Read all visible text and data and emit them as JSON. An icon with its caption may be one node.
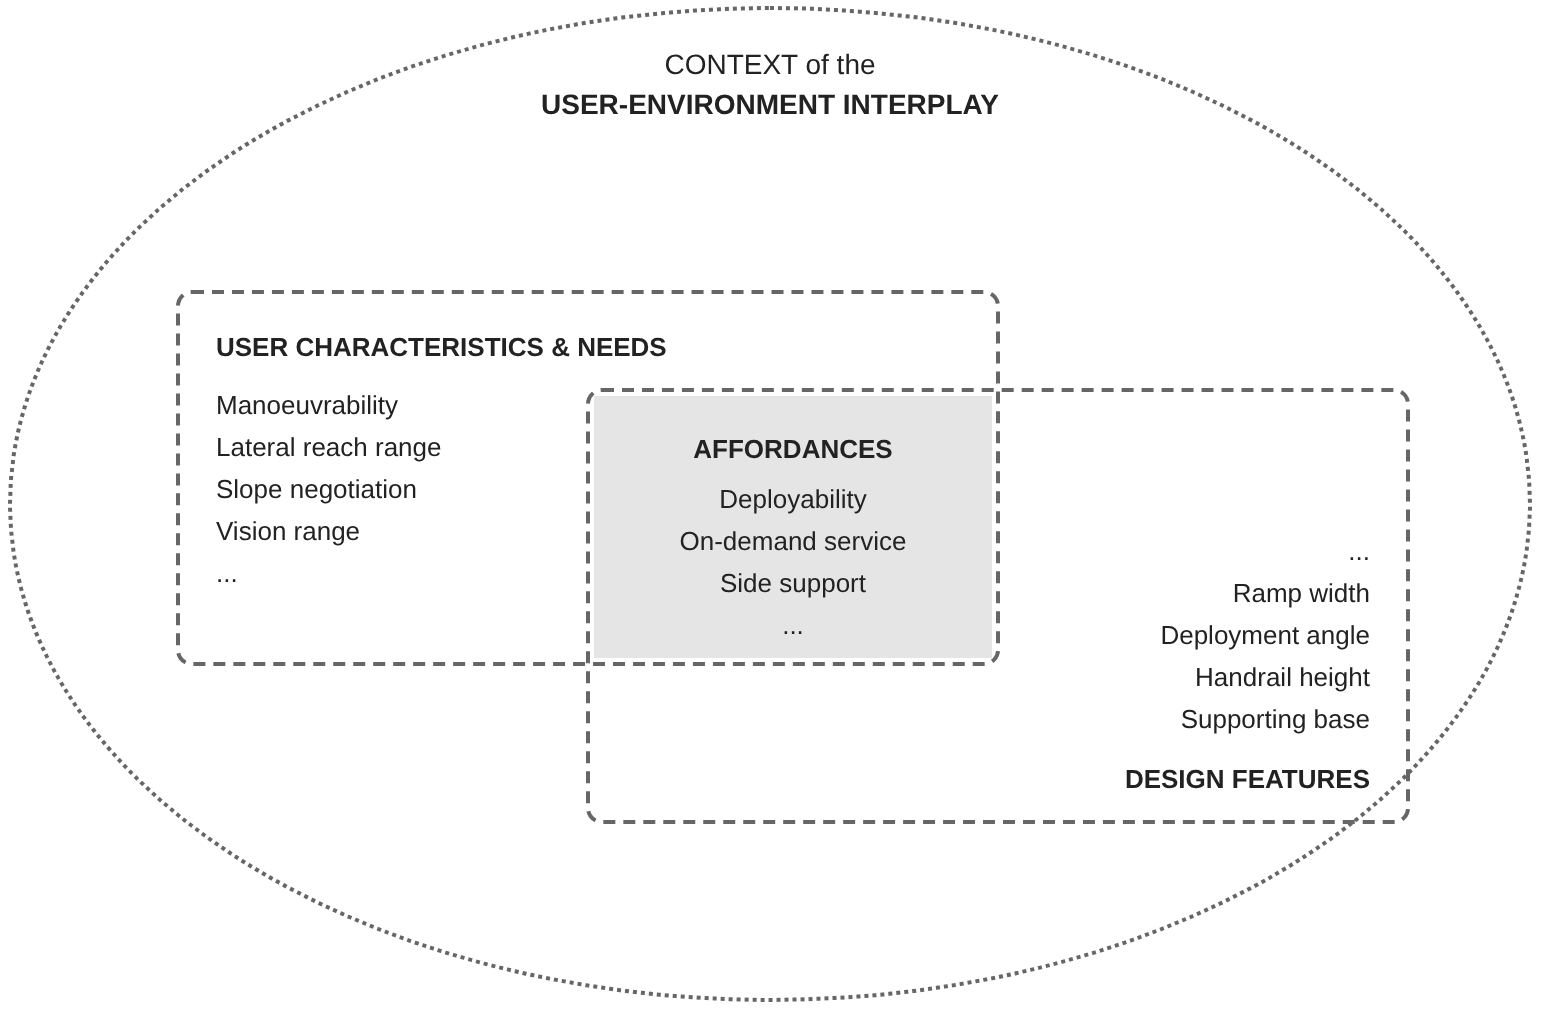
{
  "diagram": {
    "nodes": [
      {
        "text": [
          "CONTEXT of the **USER-ENVIRONMENT INTERPLAY**"
        ]
      },
      {
        "text": [
          "USER CHARACTERISTICS & NEEDS",
          "Manoeuvrability",
          "Lateral reach range",
          "Slope negotiation",
          "Vision range",
          "..."
        ],
        "in": 0
      },
      {
        "text": [
          "...",
          "Ramp width",
          "Deployment angle",
          "Handrail height",
          "Supporting base",
          "DESIGN FEATURES"
        ],
        "in": 0
      },
      {
        "text": [
          "AFFORDANCES",
          "Deployability",
          "On-demand service",
          "Side support",
          "..."
        ]
      }
    ]
  }
}
